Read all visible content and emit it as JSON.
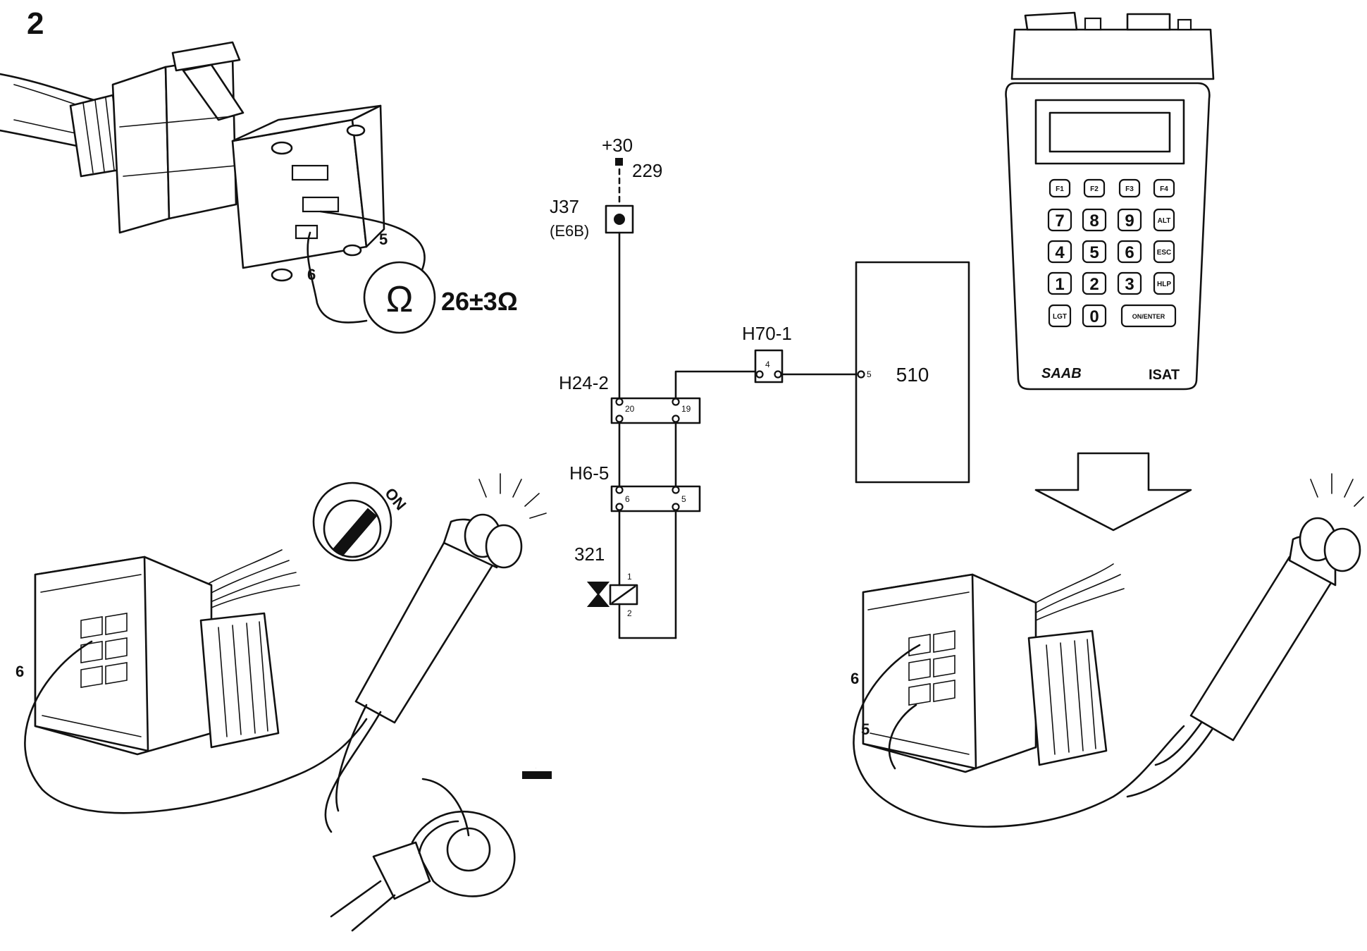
{
  "figure": {
    "number": "2"
  },
  "resistance_test": {
    "meter_symbol": "Ω",
    "reading": "26±3Ω",
    "pin_a": "5",
    "pin_b": "6"
  },
  "ignition": {
    "key_label": "ON"
  },
  "ground": {
    "symbol": "–"
  },
  "schematic": {
    "supply": "+30",
    "supply_ref": "229",
    "junction": "J37",
    "junction_location": "(E6B)",
    "connector_h24": "H24-2",
    "h24_pin_left": "20",
    "h24_pin_right": "19",
    "connector_h6": "H6-5",
    "h6_pin_left": "6",
    "h6_pin_right": "5",
    "connector_h70": "H70-1",
    "h70_pin": "4",
    "component": "321",
    "component_pin_top": "1",
    "component_pin_bottom": "2",
    "module": "510",
    "module_pin": "5"
  },
  "tester": {
    "brand": "SAAB",
    "model": "ISAT",
    "keys": {
      "f1": "F1",
      "f2": "F2",
      "f3": "F3",
      "f4": "F4",
      "k7": "7",
      "k8": "8",
      "k9": "9",
      "alt": "ALT",
      "k4": "4",
      "k5": "5",
      "k6": "6",
      "esc": "ESC",
      "k1": "1",
      "k2": "2",
      "k3": "3",
      "hlp": "HLP",
      "lgt": "LGT",
      "k0": "0",
      "enter": "ON/ENTER"
    }
  },
  "test_lamp_left": {
    "pin": "6"
  },
  "test_lamp_right": {
    "pin_a": "6",
    "pin_b": "5"
  }
}
